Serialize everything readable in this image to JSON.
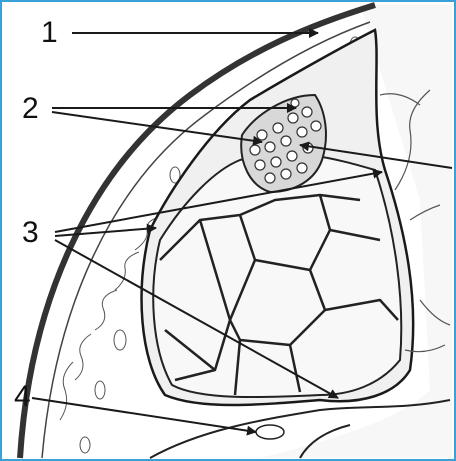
{
  "labels": {
    "l1": "1",
    "l2": "2",
    "l3": "3",
    "l4": "4"
  },
  "colors": {
    "line": "#1a1a1a",
    "frame": "#3aa0d8",
    "fill_light": "#f4f4f4",
    "fill_cells": "#e9e9e9"
  }
}
